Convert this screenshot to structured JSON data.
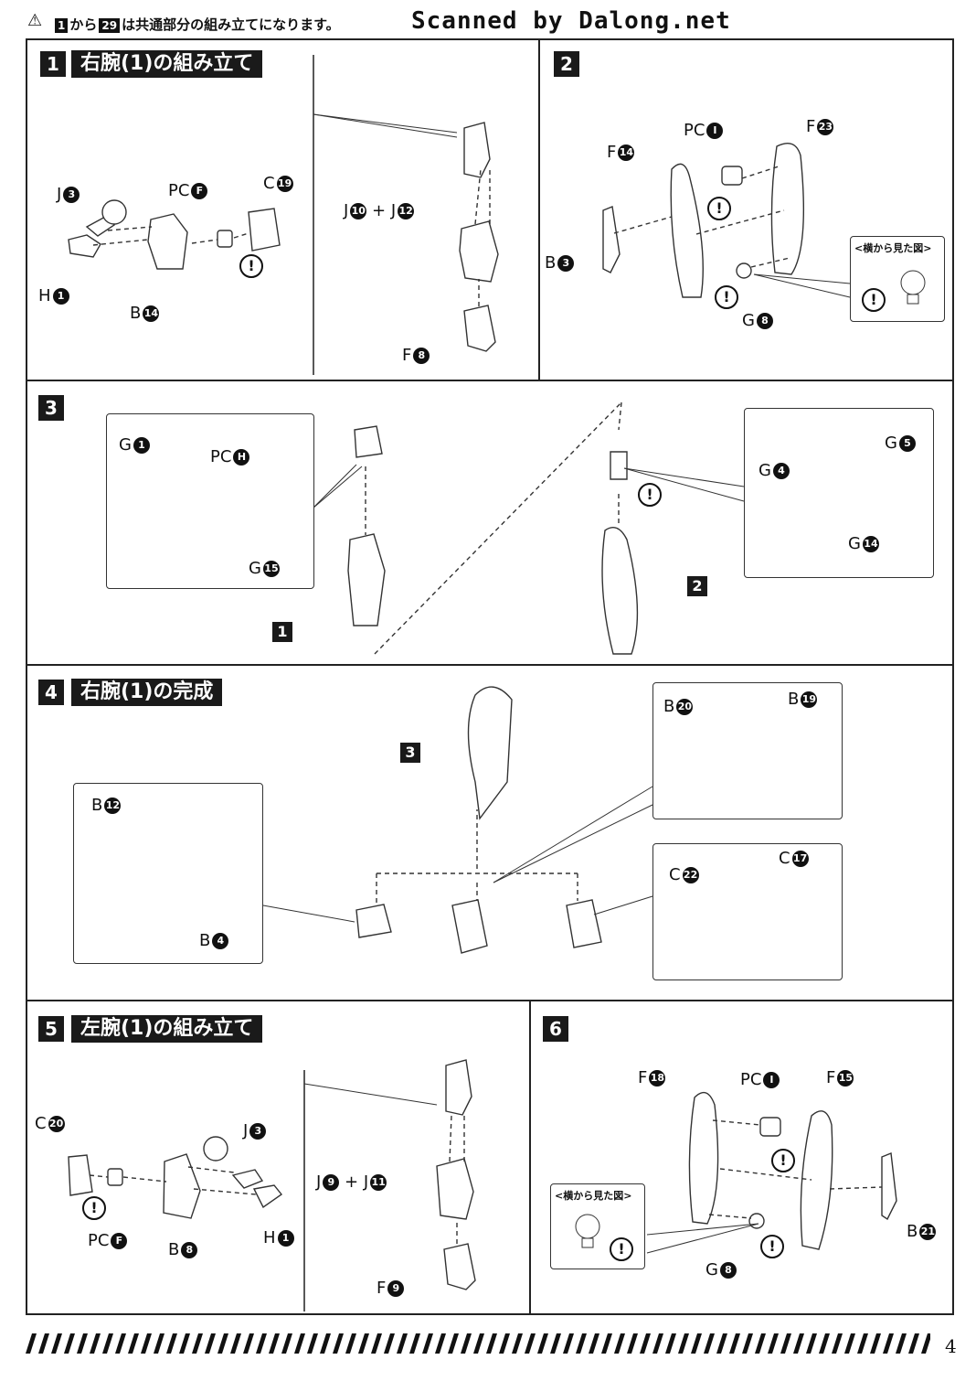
{
  "header": {
    "note_from": "1",
    "note_mid": "から",
    "note_to": "29",
    "note_text": "は共通部分の組み立てになります。",
    "credit": "Scanned by Dalong.net"
  },
  "steps": {
    "s1": {
      "num": "1",
      "title": "右腕(1)の組み立て"
    },
    "s2": {
      "num": "2"
    },
    "s3": {
      "num": "3"
    },
    "s4": {
      "num": "4",
      "title": "右腕(1)の完成"
    },
    "s5": {
      "num": "5",
      "title": "左腕(1)の組み立て"
    },
    "s6": {
      "num": "6"
    }
  },
  "parts": {
    "s1": {
      "j3": [
        "J",
        "3"
      ],
      "pcf": [
        "PC",
        "F"
      ],
      "c19": [
        "C",
        "19"
      ],
      "h1": [
        "H",
        "1"
      ],
      "b14": [
        "B",
        "14"
      ],
      "j10": [
        "J",
        "10"
      ],
      "plus": "+",
      "j12": [
        "J",
        "12"
      ],
      "f8": [
        "F",
        "8"
      ]
    },
    "s2": {
      "pci": [
        "PC",
        "I"
      ],
      "f23": [
        "F",
        "23"
      ],
      "f14": [
        "F",
        "14"
      ],
      "b3": [
        "B",
        "3"
      ],
      "g8": [
        "G",
        "8"
      ],
      "side": "<横から見た図>"
    },
    "s3": {
      "g1": [
        "G",
        "1"
      ],
      "pch": [
        "PC",
        "H"
      ],
      "g15": [
        "G",
        "15"
      ],
      "g5": [
        "G",
        "5"
      ],
      "g4": [
        "G",
        "4"
      ],
      "g14": [
        "G",
        "14"
      ],
      "ref1": "1",
      "ref2": "2"
    },
    "s4": {
      "b20": [
        "B",
        "20"
      ],
      "b19": [
        "B",
        "19"
      ],
      "b12": [
        "B",
        "12"
      ],
      "b4": [
        "B",
        "4"
      ],
      "c22": [
        "C",
        "22"
      ],
      "c17": [
        "C",
        "17"
      ],
      "ref3": "3"
    },
    "s5": {
      "c20": [
        "C",
        "20"
      ],
      "j3": [
        "J",
        "3"
      ],
      "j9": [
        "J",
        "9"
      ],
      "plus": "+",
      "j11": [
        "J",
        "11"
      ],
      "pcf": [
        "PC",
        "F"
      ],
      "b8": [
        "B",
        "8"
      ],
      "h1": [
        "H",
        "1"
      ],
      "f9": [
        "F",
        "9"
      ]
    },
    "s6": {
      "f18": [
        "F",
        "18"
      ],
      "pci": [
        "PC",
        "I"
      ],
      "f15": [
        "F",
        "15"
      ],
      "side": "<横から見た図>",
      "g8": [
        "G",
        "8"
      ],
      "b21": [
        "B",
        "21"
      ]
    }
  },
  "warn_mark": "!",
  "page_number": "4"
}
